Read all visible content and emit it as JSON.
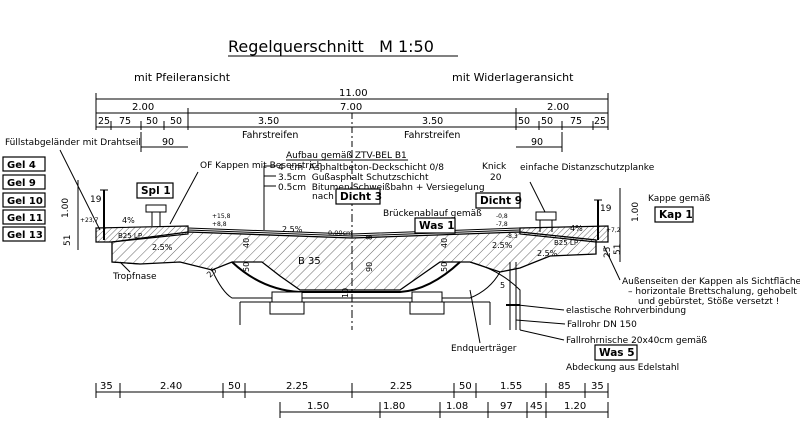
{
  "title": "Regelquerschnitt   M 1:50",
  "views": {
    "left": "mit Pfeileransicht",
    "right": "mit Widerlageransicht"
  },
  "top_dims": {
    "overall": "11.00",
    "row2": [
      "2.00",
      "7.00",
      "2.00"
    ],
    "row3": [
      "25",
      "75",
      "50",
      "50",
      "3.50",
      "3.50",
      "50",
      "50",
      "75",
      "25"
    ],
    "lanes": [
      "Fahrstreifen",
      "Fahrstreifen"
    ],
    "ninety": [
      "90",
      "90"
    ]
  },
  "left_notes": {
    "railing": "Füllstabgeländer mit Drahtseil",
    "boxes": [
      "Gel 4",
      "Gel 9",
      "Gel 10",
      "Gel 11",
      "Gel 13"
    ]
  },
  "labels": {
    "spl": "Spl 1",
    "of_kappen": "OF Kappen mit Besenstrich",
    "aufbau_title": "Aufbau gemäß ZTV-BEL B1",
    "aufbau": [
      "4  cm  Asphaltbeton-Deckschicht 0/8",
      "3.5cm  Gußasphalt Schutzschicht",
      "0.5cm  Bitumen-Schweißbahn + Versiegelung"
    ],
    "nach": "nach",
    "dicht3": "Dicht 3",
    "brueckenablauf": "Brückenablauf gemäß",
    "was1": "Was 1",
    "knick": "Knick",
    "knick_val": "20",
    "distanz": "einfache Distanzschutzplanke",
    "dicht9": "Dicht 9",
    "kappe": "Kappe gemäß",
    "kap1": "Kap 1",
    "tropfnase": "Tropfnase",
    "b35": "B 35",
    "b25_left": "B25 LP",
    "b25_right": "B25 LP",
    "aussenseiten": [
      "Außenseiten der Kappen als Sichtfläche:",
      "– horizontale Brettschalung, gehobelt",
      "und gebürstet, Stöße versetzt !"
    ],
    "elastische": "elastische Rohrverbindung",
    "fallrohr": "Fallrohr DN 150",
    "fallrohrnische": "Fallrohrnische 20x40cm gemäß",
    "was5": "Was 5",
    "abdeckung": "Abdeckung aus Edelstahl",
    "endquer": "Endquerträger"
  },
  "small_dims": {
    "h100_left": "1.00",
    "h19_left": "19",
    "h51_left": "51",
    "h100_right": "1.00",
    "h19_right": "19",
    "h51_right": "51",
    "h25_right": "25",
    "p4_left": "4%",
    "p4_right": "4%",
    "p25_a": "2.5%",
    "p25_b": "2.5%",
    "p25_c": "2.5%",
    "p25_d": "2.5%",
    "z006": "0,00cm",
    "v40_l": "40",
    "v50_l": "50",
    "v10": "10",
    "v90": "90",
    "v8": "8",
    "v50_r": "50",
    "v40_r": "40",
    "v25_diag": "25",
    "v5": "5",
    "el_l1": "+23,7",
    "el_r1": "+15,8",
    "el_r2": "+8,8",
    "el_m1": "-0,8",
    "el_m2": "-7,8",
    "el_m3": "-8,3",
    "el_r3": "+7,2"
  },
  "bottom_dims": {
    "row1": [
      "35",
      "2.40",
      "50",
      "2.25",
      "2.25",
      "50",
      "1.55",
      "85",
      "35"
    ],
    "row2": [
      "1.50",
      "1.80",
      "1.08",
      "97",
      "45",
      "1.20"
    ]
  }
}
